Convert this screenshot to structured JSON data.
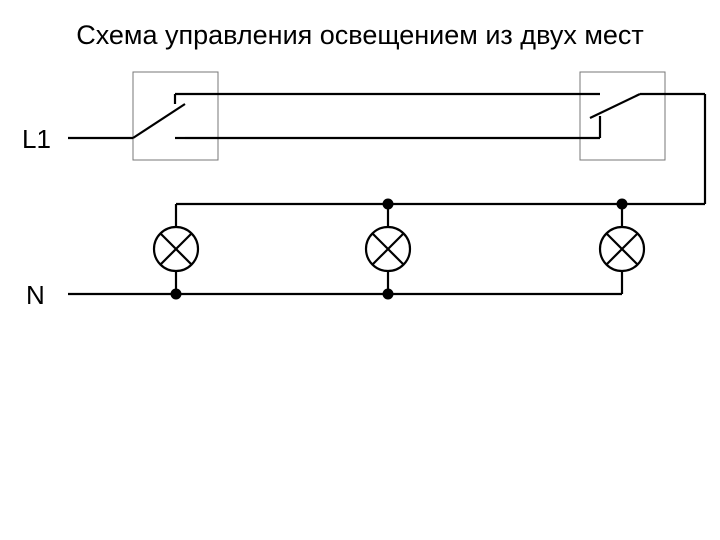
{
  "title": "Схема управления освещением из двух мест",
  "terminals": {
    "phase": "L1",
    "neutral": "N"
  },
  "components": {
    "switches": [
      {
        "name": "switch-1",
        "kind": "two-way switch"
      },
      {
        "name": "switch-2",
        "kind": "two-way switch"
      }
    ],
    "lamps": [
      {
        "name": "lamp-1"
      },
      {
        "name": "lamp-2"
      },
      {
        "name": "lamp-3"
      }
    ]
  },
  "colors": {
    "line": "#000000",
    "switch_box": "#777777",
    "background": "#ffffff"
  }
}
